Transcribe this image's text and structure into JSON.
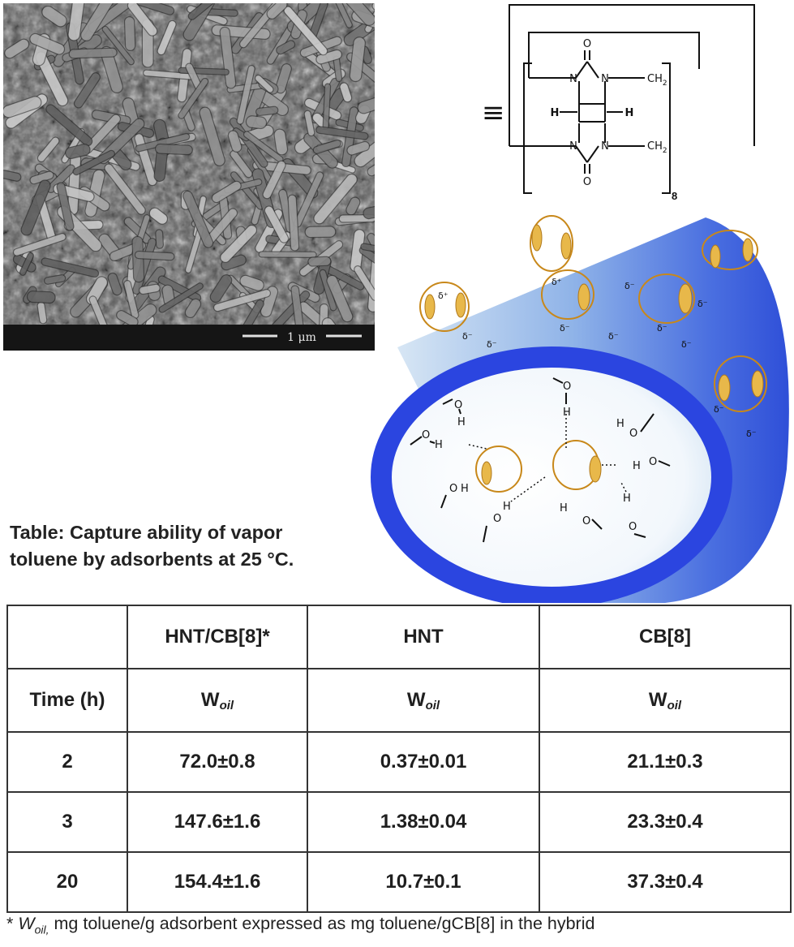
{
  "figure": {
    "sem_image": {
      "scale_bar_label": "1 μm"
    },
    "structure": {
      "atom_labels": [
        "O",
        "O",
        "N",
        "N",
        "N",
        "N",
        "H",
        "H"
      ],
      "ch2_label_1": "CH",
      "ch2_label_2": "CH",
      "ch2_sub": "2",
      "repeat_count": "8",
      "equivalence_symbol": "≡"
    },
    "tube_diagram": {
      "charge_label": "δ⁻",
      "partial_positive": "δ⁺",
      "water_labels": [
        "O",
        "H"
      ]
    }
  },
  "caption": {
    "line1": "Table: Capture ability of vapor",
    "line2": "toluene by adsorbents at 25 °C."
  },
  "table": {
    "header_row": [
      "",
      "HNT/CB[8]*",
      "HNT",
      "CB[8]"
    ],
    "unit_row": {
      "label": "Time (h)",
      "w_letter": "W",
      "w_sub": "oil"
    },
    "rows": [
      {
        "time": "2",
        "hnt_cb8": "72.0±0.8",
        "hnt": "0.37±0.01",
        "cb8": "21.1±0.3"
      },
      {
        "time": "3",
        "hnt_cb8": "147.6±1.6",
        "hnt": "1.38±0.04",
        "cb8": "23.3±0.4"
      },
      {
        "time": "20",
        "hnt_cb8": "154.4±1.6",
        "hnt": "10.7±0.1",
        "cb8": "37.3±0.4"
      }
    ]
  },
  "footnote": {
    "star": "* ",
    "w_letter": "W",
    "w_sub": "oil,",
    "text": " mg toluene/g adsorbent expressed as mg toluene/gCB[8] in the hybrid"
  }
}
